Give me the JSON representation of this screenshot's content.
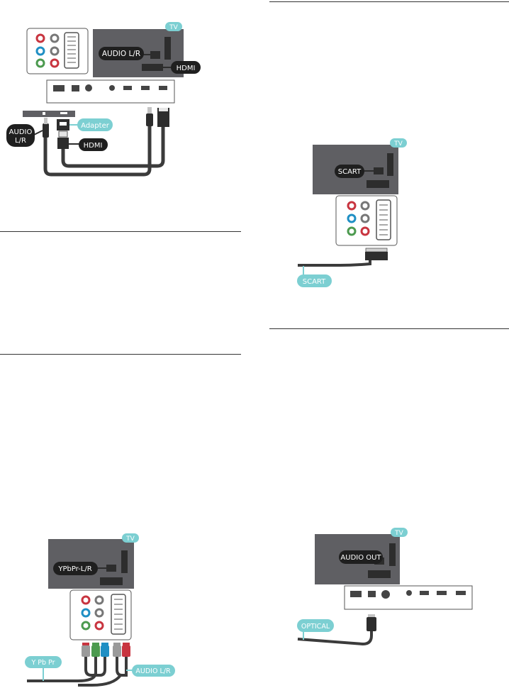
{
  "colors": {
    "tv_panel": "#5f5f63",
    "pill_dark": "#1f1f1f",
    "pill_teal": "#7ccfd2",
    "cable": "#3b3b3b",
    "jack_red": "#c8343f",
    "jack_blue": "#1f8fc4",
    "jack_green": "#4c9a4f"
  },
  "diagram_top_left": {
    "tv_badge": "TV",
    "audio_label": "AUDIO L/R",
    "hdmi_label": "HDMI",
    "adapter_label": "Adapter",
    "hdmi_cable_label": "HDMI",
    "audio_cable_label_line1": "AUDIO",
    "audio_cable_label_line2": "L/R"
  },
  "diagram_scart": {
    "tv_badge": "TV",
    "port_label": "SCART",
    "cable_label": "SCART"
  },
  "diagram_component": {
    "tv_badge": "TV",
    "port_label": "YPbPr-L/R",
    "video_cable_label": "Y Pb Pr",
    "audio_cable_label": "AUDIO L/R"
  },
  "diagram_optical": {
    "tv_badge": "TV",
    "port_label": "AUDIO OUT",
    "cable_label": "OPTICAL"
  }
}
